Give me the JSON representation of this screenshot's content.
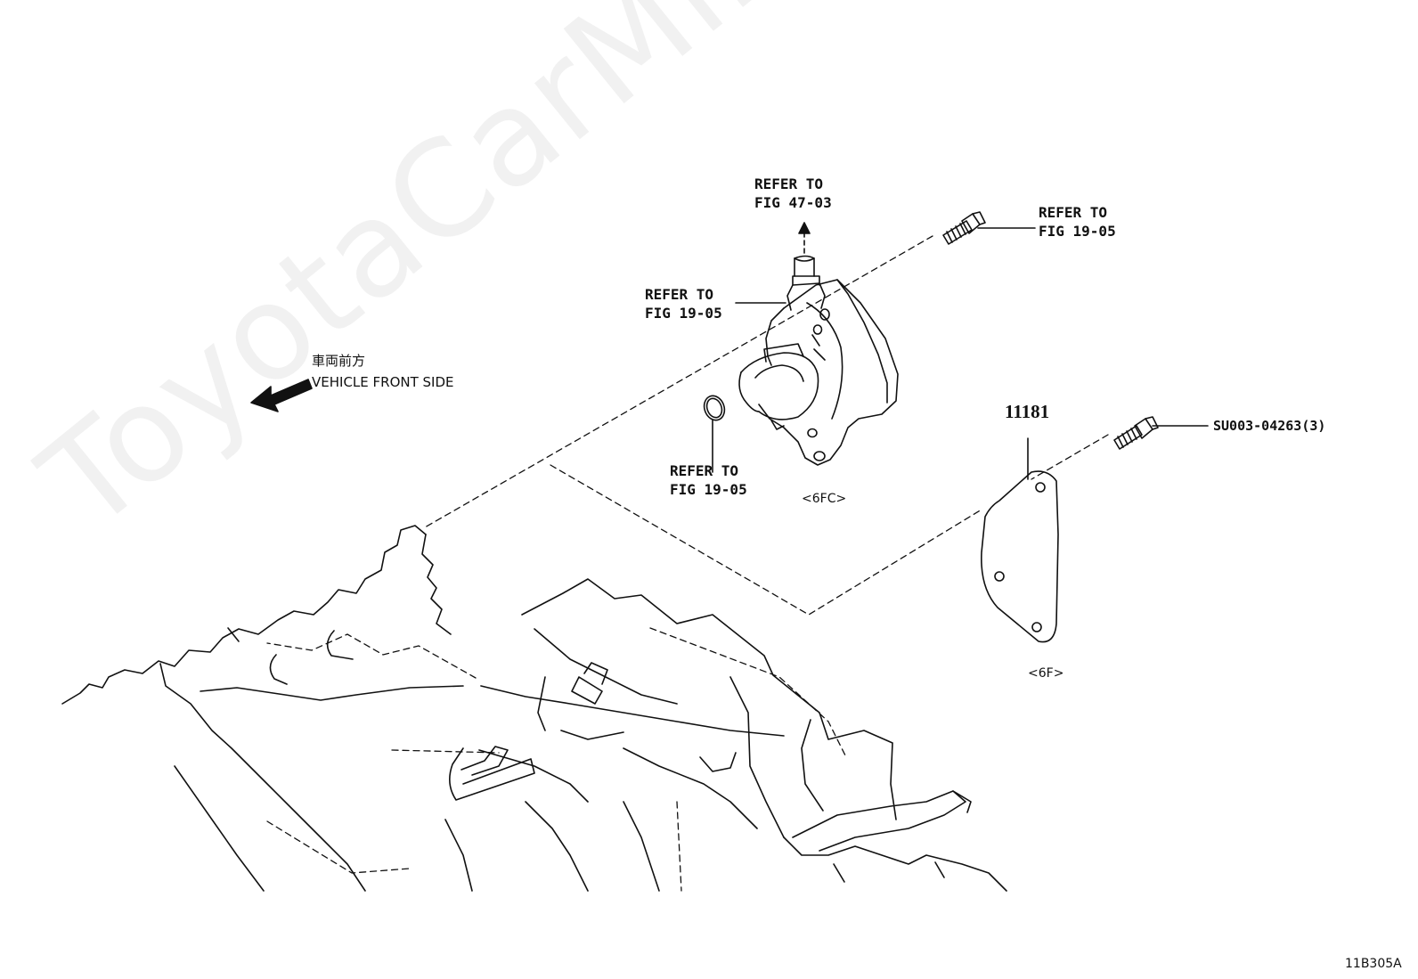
{
  "labels": {
    "refer_top": {
      "line1": "REFER TO",
      "line2": "FIG 47-03"
    },
    "refer_bolt": {
      "line1": "REFER TO",
      "line2": "FIG 19-05"
    },
    "refer_left": {
      "line1": "REFER TO",
      "line2": "FIG 19-05"
    },
    "refer_oring": {
      "line1": "REFER TO",
      "line2": "FIG 19-05"
    }
  },
  "vehicle_front": {
    "jp": "車両前方",
    "en": "VEHICLE FRONT SIDE"
  },
  "parts": {
    "gasket_number": "11181",
    "bolt_code": "SU003-04263(3)",
    "pump_code": "<6FC>",
    "gasket_code": "<6F>"
  },
  "diagram_code": "11B305A",
  "watermark": "ToyotaCarMine.ru"
}
